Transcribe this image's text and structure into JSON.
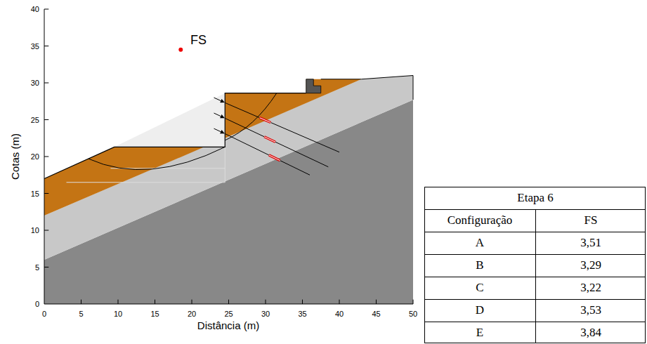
{
  "diagram": {
    "labels": [
      "FS",
      "0",
      "5",
      "10",
      "15",
      "20",
      "25",
      "30",
      "35",
      "40",
      "0",
      "5",
      "10",
      "15",
      "20",
      "25",
      "30",
      "35",
      "40",
      "45",
      "50",
      "Cotas (m)",
      "Distância (m)",
      "Etapa 6",
      "Configuração",
      "FS",
      "A",
      "3,51",
      "B",
      "3,29",
      "C",
      "3,22",
      "D",
      "3,53",
      "E",
      "3,84"
    ]
  }
}
